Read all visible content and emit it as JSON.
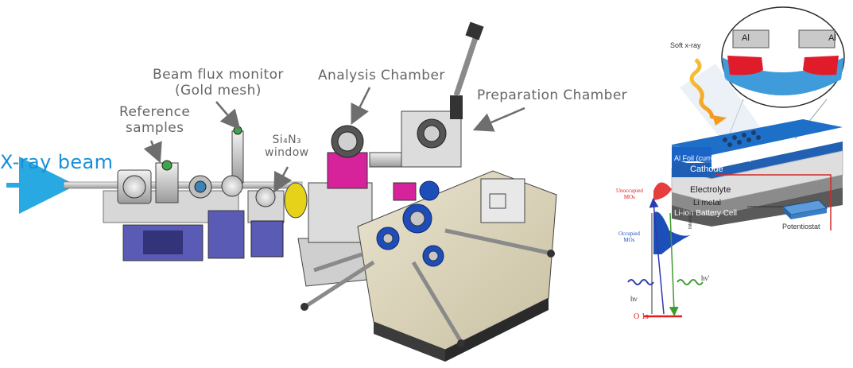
{
  "left_panel": {
    "labels": {
      "xray_beam": "X-ray beam",
      "beam_flux_line1": "Beam flux monitor",
      "beam_flux_line2": "(Gold mesh)",
      "analysis_chamber": "Analysis Chamber",
      "preparation_chamber": "Preparation Chamber",
      "reference_line1": "Reference",
      "reference_line2": "samples",
      "window_formula": "Si₄N₃",
      "window_word": "window"
    },
    "colors": {
      "beam_arrow": "#29a9e1",
      "label_arrow": "#6e6e6e",
      "accent_blue": "#1f4db8",
      "accent_magenta": "#d6239b",
      "accent_yellow": "#e6d319"
    }
  },
  "right_panel": {
    "labels": {
      "soft_xray": "Soft x-ray",
      "al_left": "Al",
      "al_right": "Al",
      "al_foil": "Al Foil (current collector)",
      "cathode": "Cathode",
      "electrolyte": "Electrolyte",
      "li_metal": "Li metal",
      "li_ion_cell": "Li-ion Battery Cell",
      "potentiostat": "Potentiostat",
      "unoccupied_mos_1": "Unoccupied",
      "unoccupied_mos_2": "MOs",
      "occupied_mos_1": "Occupied",
      "occupied_mos_2": "MOs",
      "hv_in": "hν",
      "hv_out": "hν'",
      "core_level": "O 1s",
      "intensity": "Intensity"
    },
    "colors": {
      "cathode": "#1e5fb5",
      "al_red": "#e01c2a",
      "electrolyte": "#dedede",
      "occupied": "#1d4fb8",
      "unoccupied": "#e21c1c",
      "emission_wave": "#3e9c2e",
      "absorb_wave": "#2b3bb0",
      "potentiostat": "#3a7fc4"
    }
  }
}
